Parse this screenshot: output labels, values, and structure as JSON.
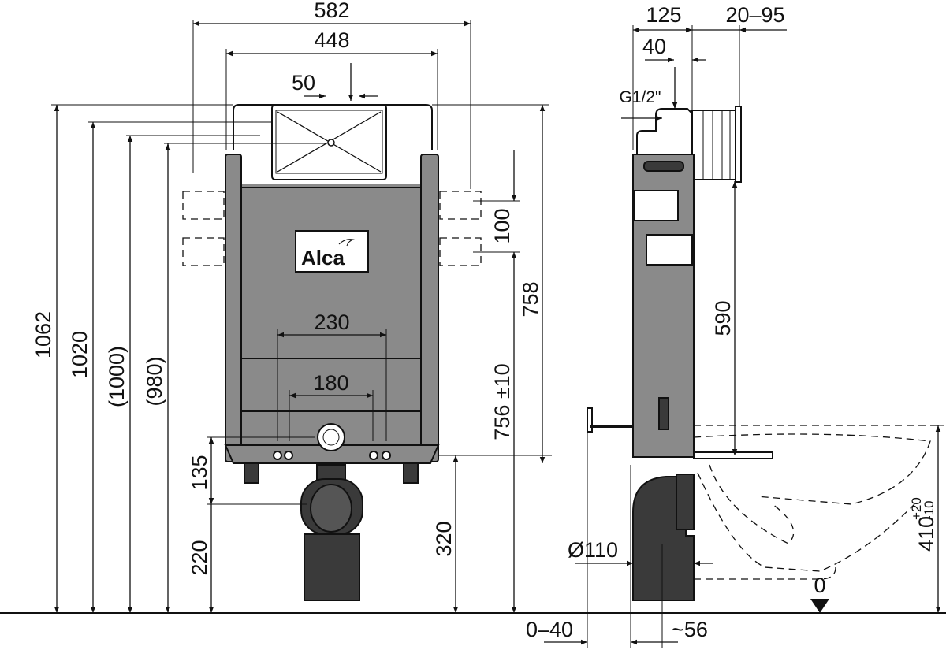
{
  "drawing": {
    "brand": "Alca",
    "front_view": {
      "width_overall": "582",
      "width_frame": "448",
      "offset_inlet": "50",
      "width_bolts_outer": "230",
      "width_bolts_inner": "180",
      "height_total": "1062",
      "height_1020": "1020",
      "height_1000": "(1000)",
      "height_980": "(980)",
      "height_bracket_spacing": "100",
      "height_758": "758",
      "height_756": "756 ±10",
      "height_135": "135",
      "height_220": "220",
      "height_320": "320"
    },
    "side_view": {
      "depth_125": "125",
      "depth_adjust": "20–95",
      "offset_40": "40",
      "connection": "G1/2\"",
      "height_590": "590",
      "pipe_diameter": "Ø110",
      "offset_0_40": "0–40",
      "offset_56": "~56",
      "floor_level": "0",
      "seat_height": "410",
      "seat_tol_plus": "+20",
      "seat_tol_minus": "-10"
    }
  }
}
